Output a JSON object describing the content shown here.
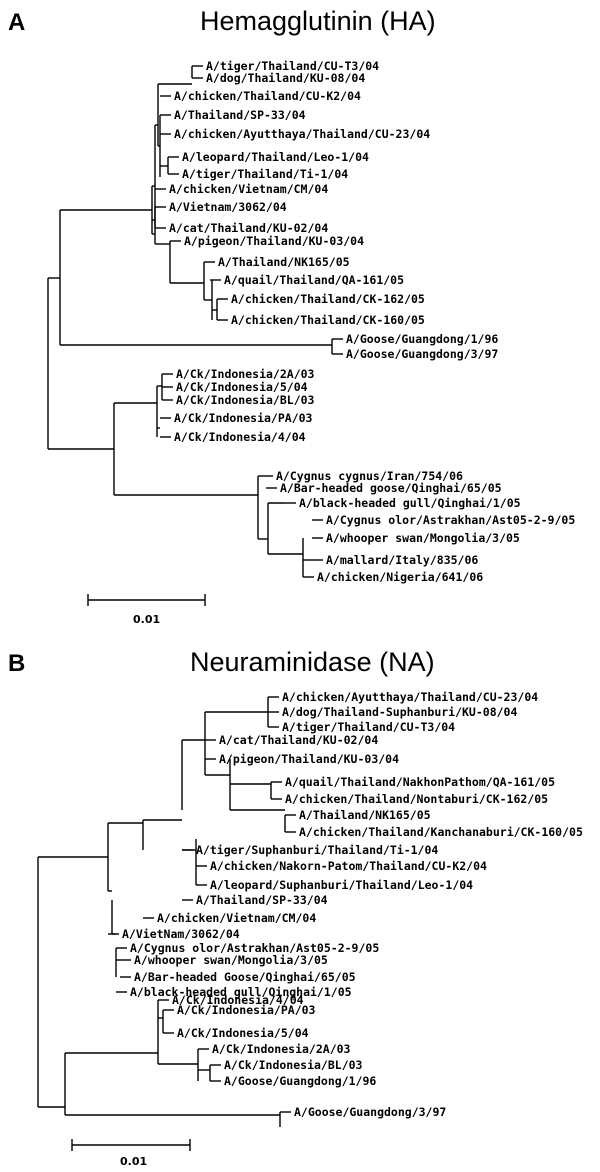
{
  "panels": [
    {
      "letter": "A",
      "title": "Hemagglutinin (HA)",
      "scale_label": "0.01",
      "leaves": [
        "A/tiger/Thailand/CU-T3/04",
        "A/dog/Thailand/KU-08/04",
        "A/chicken/Thailand/CU-K2/04",
        "A/Thailand/SP-33/04",
        "A/chicken/Ayutthaya/Thailand/CU-23/04",
        "A/leopard/Thailand/Leo-1/04",
        "A/tiger/Thailand/Ti-1/04",
        "A/chicken/Vietnam/CM/04",
        "A/Vietnam/3062/04",
        "A/cat/Thailand/KU-02/04",
        "A/pigeon/Thailand/KU-03/04",
        "A/Thailand/NK165/05",
        "A/quail/Thailand/QA-161/05",
        "A/chicken/Thailand/CK-162/05",
        "A/chicken/Thailand/CK-160/05",
        "A/Goose/Guangdong/1/96",
        "A/Goose/Guangdong/3/97",
        "A/Ck/Indonesia/2A/03",
        "A/Ck/Indonesia/5/04",
        "A/Ck/Indonesia/BL/03",
        "A/Ck/Indonesia/PA/03",
        "A/Ck/Indonesia/4/04",
        "A/Cygnus cygnus/Iran/754/06",
        "A/Bar-headed goose/Qinghai/65/05",
        "A/black-headed gull/Qinghai/1/05",
        "A/Cygnus olor/Astrakhan/Ast05-2-9/05",
        "A/whooper swan/Mongolia/3/05",
        "A/mallard/Italy/835/06",
        "A/chicken/Nigeria/641/06"
      ]
    },
    {
      "letter": "B",
      "title": "Neuraminidase (NA)",
      "scale_label": "0.01",
      "leaves": [
        "A/chicken/Ayutthaya/Thailand/CU-23/04",
        "A/dog/Thailand-Suphanburi/KU-08/04",
        "A/tiger/Thailand/CU-T3/04",
        "A/cat/Thailand/KU-02/04",
        "A/pigeon/Thailand/KU-03/04",
        "A/quail/Thailand/NakhonPathom/QA-161/05",
        "A/chicken/Thailand/Nontaburi/CK-162/05",
        "A/Thailand/NK165/05",
        "A/chicken/Thailand/Kanchanaburi/CK-160/05",
        "A/tiger/Suphanburi/Thailand/Ti-1/04",
        "A/chicken/Nakorn-Patom/Thailand/CU-K2/04",
        "A/leopard/Suphanburi/Thailand/Leo-1/04",
        "A/Thailand/SP-33/04",
        "A/chicken/Vietnam/CM/04",
        "A/VietNam/3062/04",
        "A/Cygnus olor/Astrakhan/Ast05-2-9/05",
        "A/whooper swan/Mongolia/3/05",
        "A/Bar-headed Goose/Qinghai/65/05",
        "A/black-headed gull/Qinghai/1/05",
        "A/Ck/Indonesia/4/04",
        "A/Ck/Indonesia/PA/03",
        "A/Ck/Indonesia/5/04",
        "A/Ck/Indonesia/2A/03",
        "A/Ck/Indonesia/BL/03",
        "A/Goose/Guangdong/1/96",
        "A/Goose/Guangdong/3/97"
      ]
    }
  ]
}
